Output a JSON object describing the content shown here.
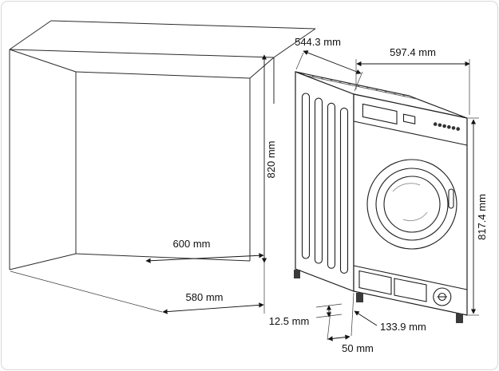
{
  "page": {
    "background": "#ffffff",
    "border_color": "#d8d8d8",
    "line_color": "#2b2b2b",
    "text_color": "#111111"
  },
  "diagram": {
    "type": "built-in washing machine installation dimensions",
    "labels": {
      "machine_depth": "544.3 mm",
      "machine_width": "597.4 mm",
      "niche_height": "820 mm",
      "machine_height": "817.4 mm",
      "niche_depth": "600 mm",
      "cabinet_depth": "580 mm",
      "foot_adjustment": "12.5 mm",
      "plinth_height": "133.9 mm",
      "door_clearance": "50 mm"
    }
  }
}
